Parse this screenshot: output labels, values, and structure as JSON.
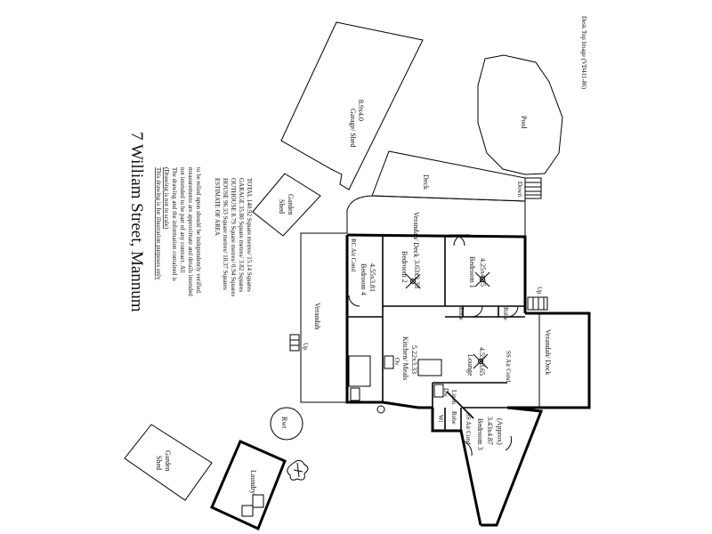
{
  "title": "7 William Street,  Mannum",
  "disclaimer": {
    "line1": "This drawing is for illustration purposes only",
    "line2": "(Drawing is not to scale)",
    "line3": "The drawing and the information contained is",
    "line4": "not intended to be part of any contract. All",
    "line5": "measurements are approximate and details intended",
    "line6": "to be relied upon should be independently verified."
  },
  "area": {
    "heading": "ESTIMATE OF AREA",
    "house": "HOUSE 96.33 Square metres/ 10.37 Squares",
    "outhouse": "OUTHOUSE 8.79 Square metres/ 0.94 Squares",
    "garage": "GARAGE 35.80 Square metres/ 3.82 Squares",
    "total": "TOTAL 140.92 Square metres/ 15.14 Squares"
  },
  "image_ref": "Desk Top Image  (VD411-86)",
  "rooms": {
    "garage": {
      "name": "Garage/ Shed",
      "size": "8.9x4.0"
    },
    "pool": {
      "name": "Pool"
    },
    "deck": {
      "name": "Deck"
    },
    "garden_shed_top": {
      "name1": "Garden",
      "name2": "Shed"
    },
    "verandah_deck_top": {
      "name": "Verandah/ Deck"
    },
    "bedroom4": {
      "name": "Bedroom 4",
      "size": "4.55x3.81",
      "ac": "RC Air Cond"
    },
    "bedroom2": {
      "name": "Bedroom 2",
      "size": "3.63x3.33"
    },
    "bedroom1": {
      "name": "Bedroom 1",
      "size": "4.25x4.25"
    },
    "verandah_left": {
      "name": "Verandah"
    },
    "kitchen": {
      "name": "Kitchen/ Meals",
      "size": "5.22x3.33"
    },
    "lounge": {
      "name": "Lounge",
      "size": "4.55x3.65",
      "ac": "SS Air Cond"
    },
    "verandah_right": {
      "name": "Verandah/ Deck"
    },
    "bedroom3": {
      "name": "Bedroom 3",
      "size": "3.43x4.87",
      "note": "(Approx)",
      "ac": "SS Air Cond"
    },
    "laundry": {
      "name": "Laundry"
    },
    "garden_shed_bottom": {
      "name1": "Garden",
      "name2": "Shed"
    },
    "rwt": {
      "name": "Rwt"
    }
  },
  "small_labels": {
    "down": "Down",
    "up_left": "Up",
    "up_right": "Up",
    "robe1": "Robe",
    "robe2": "Robe",
    "robe3": "Robe",
    "wi": "Wi",
    "linen": "Linen",
    "ov": "Ov",
    "dw": "Dw"
  }
}
